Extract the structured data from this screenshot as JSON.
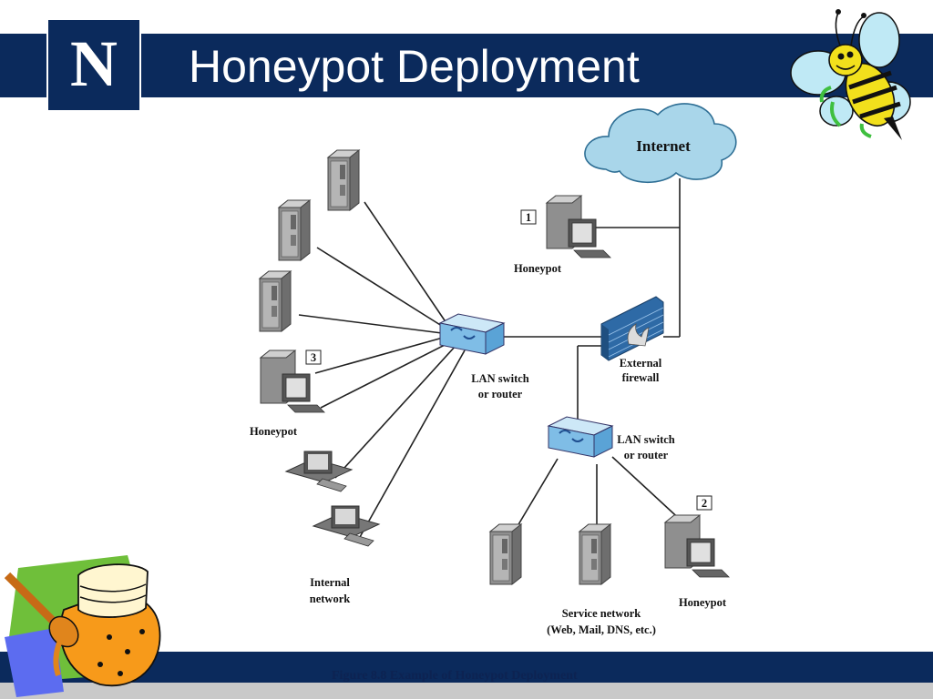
{
  "slide": {
    "title": "Honeypot Deployment",
    "logo_letter": "N",
    "caption": "Figure 8.8  Example of Honeypot Deployment"
  },
  "diagram": {
    "internet_label": "Internet",
    "firewall_label": [
      "External",
      "firewall"
    ],
    "lan_switch_internal_label": [
      "LAN switch",
      "or router"
    ],
    "lan_switch_service_label": [
      "LAN switch",
      "or router"
    ],
    "honeypot_1": {
      "number": "1",
      "label": "Honeypot"
    },
    "honeypot_2": {
      "number": "2",
      "label": "Honeypot"
    },
    "honeypot_3": {
      "number": "3",
      "label": "Honeypot"
    },
    "internal_network_label": [
      "Internal",
      "network"
    ],
    "service_network_label": [
      "Service network",
      "(Web, Mail, DNS, etc.)"
    ]
  },
  "colors": {
    "navy": "#0b2a5c",
    "cloud": "#a9d6ea",
    "switch": "#a8d3ee",
    "firewall": "#3a78b8",
    "server": "#a6a6a6"
  },
  "icons": [
    "university-logo",
    "bee-mascot",
    "honey-pot-clipart",
    "server-icon",
    "workstation-icon",
    "switch-icon",
    "firewall-icon",
    "cloud-icon"
  ]
}
